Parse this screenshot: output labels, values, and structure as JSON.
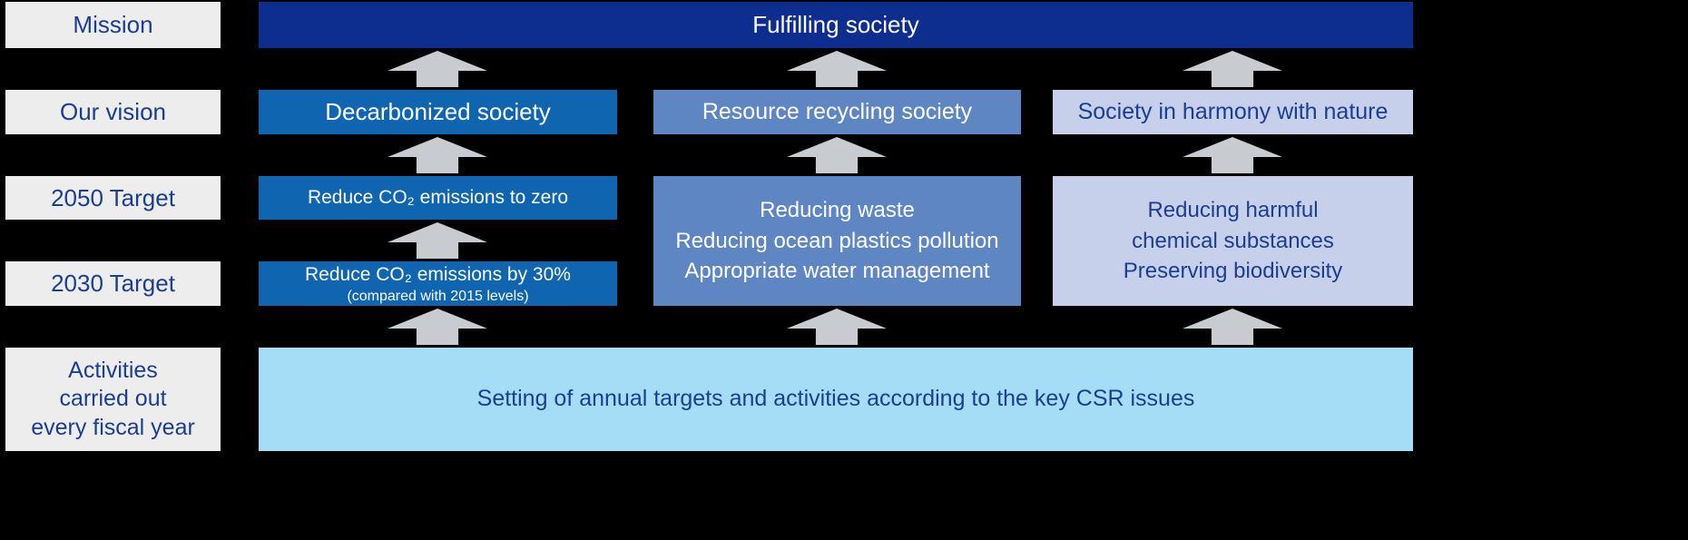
{
  "diagram": {
    "rows": {
      "mission": {
        "label": "Mission",
        "content": "Fulfilling society"
      },
      "vision": {
        "label": "Our vision",
        "items": [
          "Decarbonized society",
          "Resource recycling society",
          "Society in harmony with nature"
        ]
      },
      "target_2050": {
        "label": "2050 Target",
        "co2_zero": "Reduce CO₂ emissions to zero"
      },
      "target_2030": {
        "label": "2030 Target",
        "co2_30": "Reduce CO₂ emissions by 30%",
        "co2_30_note": "(compared with 2015 levels)"
      },
      "activities": {
        "label_lines": [
          "Activities",
          "carried out",
          "every fiscal year"
        ],
        "content": "Setting of annual targets and activities according to the key CSR issues"
      }
    },
    "resource_block_lines": [
      "Reducing waste",
      "Reducing ocean plastics pollution",
      "Appropriate water management"
    ],
    "nature_block_lines": [
      "Reducing harmful",
      "chemical substances",
      "Preserving biodiversity"
    ],
    "colors": {
      "background": "#000000",
      "mission_bar": "#0d2e8e",
      "decarbonized_blue": "#0f65b0",
      "resource_blue": "#5e86c3",
      "nature_light_blue": "#c6d0ea",
      "activities_light_blue": "#a5dcf6",
      "label_bg": "#ededed",
      "dark_blue_text": "#1b3e91",
      "arrow_gray": "#c8ccd0"
    }
  }
}
